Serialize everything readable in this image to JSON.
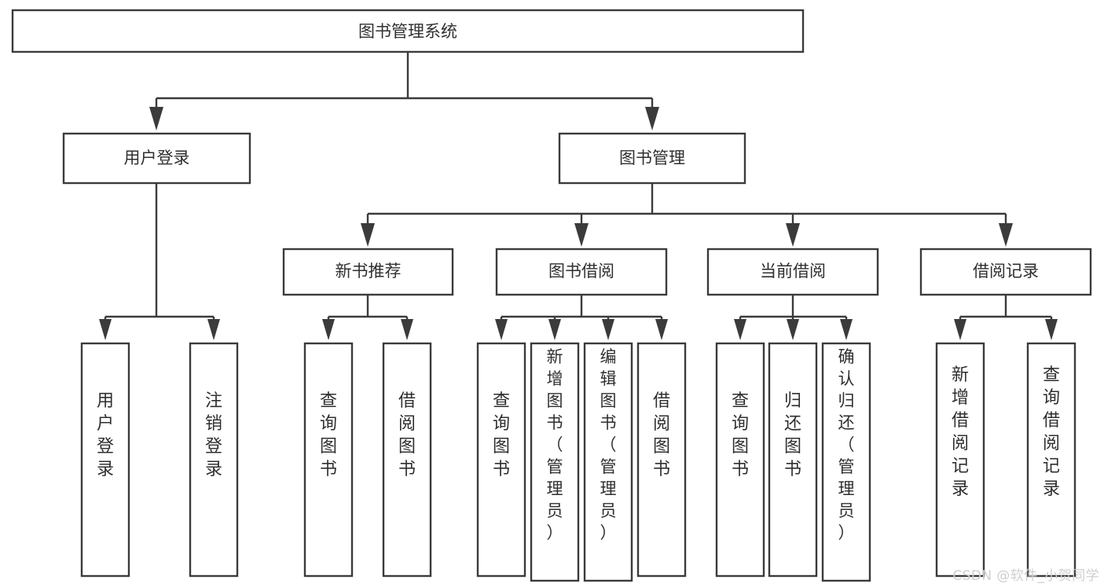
{
  "diagram": {
    "type": "tree",
    "title": "图书管理系统",
    "watermark": "CSDN @软件_小贺同学",
    "colors": {
      "box_stroke": "#3b3b3b",
      "box_fill": "#ffffff",
      "text": "#2f2f2f",
      "watermark": "#cfcfcf",
      "background": "#ffffff"
    },
    "root": {
      "label": "图书管理系统"
    },
    "level2": [
      {
        "label": "用户登录"
      },
      {
        "label": "图书管理"
      }
    ],
    "level3": [
      {
        "label": "新书推荐"
      },
      {
        "label": "图书借阅"
      },
      {
        "label": "当前借阅"
      },
      {
        "label": "借阅记录"
      }
    ],
    "leaves": {
      "user_login": [
        {
          "label": "用户登录"
        },
        {
          "label": "注销登录"
        }
      ],
      "new_book": [
        {
          "label": "查询图书"
        },
        {
          "label": "借阅图书"
        }
      ],
      "book_borrow": [
        {
          "label": "查询图书"
        },
        {
          "label": "新增图书（管理员）"
        },
        {
          "label": "编辑图书（管理员）"
        },
        {
          "label": "借阅图书"
        }
      ],
      "current_borrow": [
        {
          "label": "查询图书"
        },
        {
          "label": "归还图书"
        },
        {
          "label": "确认归还（管理员）"
        }
      ],
      "borrow_record": [
        {
          "label": "新增借阅记录"
        },
        {
          "label": "查询借阅记录"
        }
      ]
    }
  }
}
